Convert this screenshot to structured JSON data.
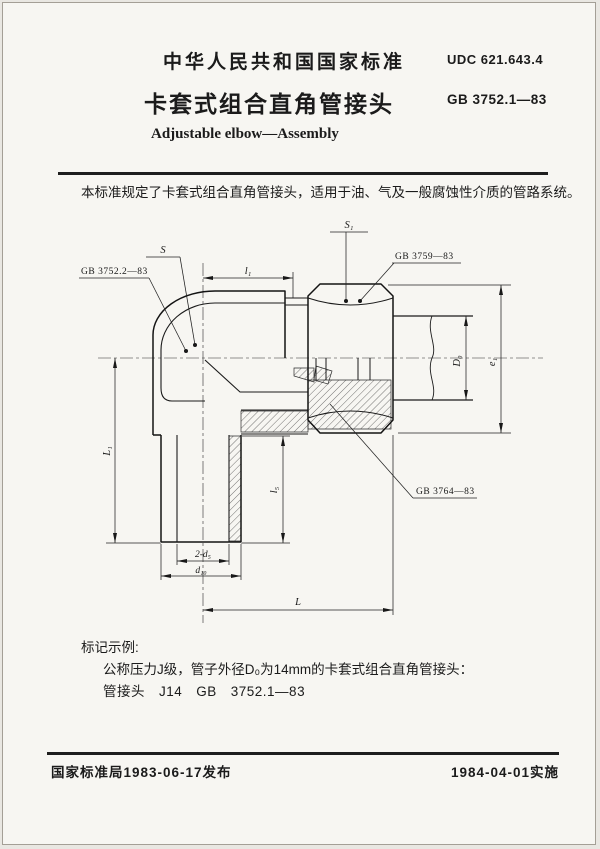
{
  "header": {
    "standard_org": "中华人民共和国国家标准",
    "udc": "UDC  621.643.4",
    "title_zh": "卡套式组合直角管接头",
    "standard_no": "GB  3752.1—83",
    "title_en": "Adjustable elbow—Assembly"
  },
  "scope": "本标准规定了卡套式组合直角管接头，适用于油、气及一般腐蚀性介质的管路系统。",
  "drawing": {
    "labels": {
      "s": "S",
      "s1": "S₁",
      "gb_body": "GB 3752.2—83",
      "gb_nut": "GB 3759—83",
      "gb_ferrule": "GB 3764—83",
      "l1": "l₁",
      "L1": "L₁",
      "l5": "l₅",
      "two_d5": "2-d₅",
      "d10": "d₁₀",
      "L": "L",
      "D0": "D₀",
      "e1": "e₁"
    }
  },
  "marking": {
    "heading": "标记示例:",
    "line1": "公称压力J级，管子外径D₀为14mm的卡套式组合直角管接头：",
    "line2": "管接头　J14　GB　3752.1—83"
  },
  "footer": {
    "issued": "国家标准局1983-06-17发布",
    "implemented": "1984-04-01实施"
  }
}
